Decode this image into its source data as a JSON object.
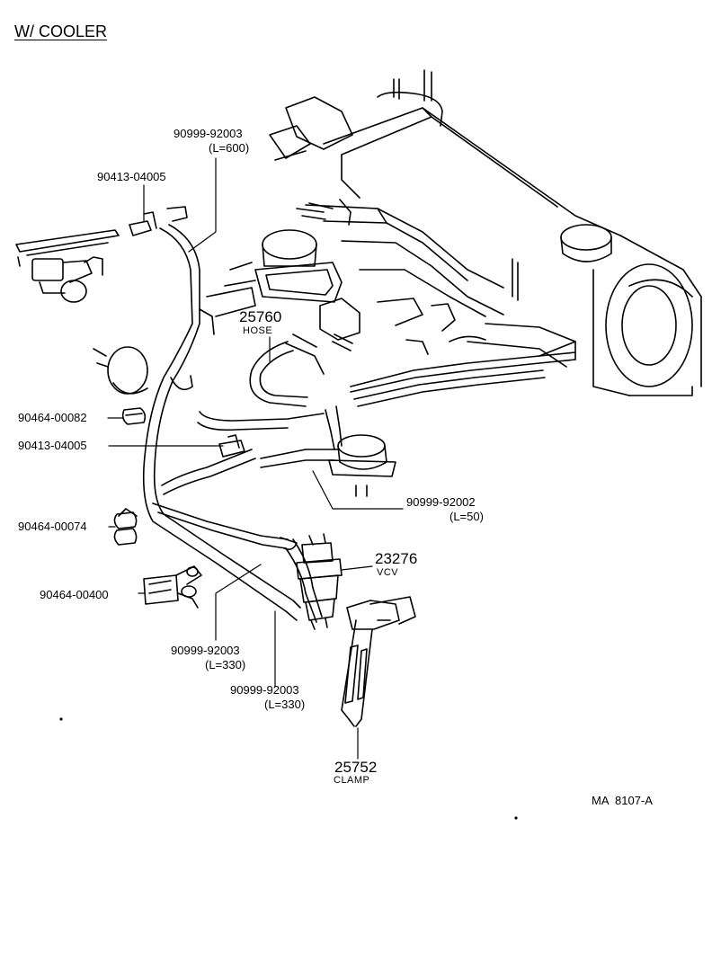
{
  "title": "W/ COOLER",
  "parts": {
    "hose_600": {
      "number": "90999-92003",
      "length": "(L=600)"
    },
    "joint_upper": {
      "number": "90413-04005"
    },
    "hose_25760": {
      "number": "25760",
      "name": "HOSE"
    },
    "clip_00082": {
      "number": "90464-00082"
    },
    "joint_lower": {
      "number": "90413-04005"
    },
    "hose_50": {
      "number": "90999-92002",
      "length": "(L=50)"
    },
    "clip_00074": {
      "number": "90464-00074"
    },
    "vcv": {
      "number": "23276",
      "name": "VCV"
    },
    "clip_00400": {
      "number": "90464-00400"
    },
    "hose_330a": {
      "number": "90999-92003",
      "length": "(L=330)"
    },
    "hose_330b": {
      "number": "90999-92003",
      "length": "(L=330)"
    },
    "clamp": {
      "number": "25752",
      "name": "CLAMP"
    }
  },
  "figure_code": "MA  8107-A"
}
